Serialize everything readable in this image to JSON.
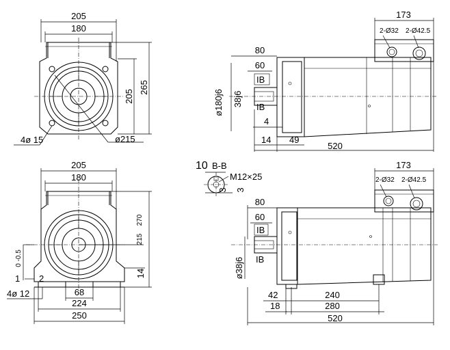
{
  "top_front": {
    "width_outer": "205",
    "width_inner": "180",
    "height_a": "205",
    "height_b": "265",
    "holes": "4ø 15",
    "flange_dia": "ø215"
  },
  "top_side": {
    "width_box": "173",
    "port_1": "2-Ø32",
    "port_2": "2-Ø42.5",
    "shaft_80": "80",
    "shaft_60": "60",
    "key_ib_upper": "IB",
    "key_ib_lower": "IB",
    "spigot": "ø180j6",
    "shaft_dia": "38j6",
    "offset_4": "4",
    "dim_14": "14",
    "dim_49": "49",
    "length": "520"
  },
  "section": {
    "number": "10",
    "label": "B-B",
    "thread": "M12×25",
    "dim_3a": "3",
    "dim_3b": "3"
  },
  "bottom_front": {
    "width_outer": "205",
    "width_inner": "180",
    "height_215": "215",
    "height_270": "270",
    "tol": "0\n-0.5",
    "dim_14": "14",
    "dim_1": "1",
    "dim_2": "2",
    "holes": "4ø 12",
    "foot_68": "68",
    "foot_224": "224",
    "foot_250": "250"
  },
  "bottom_side": {
    "width_box": "173",
    "port_1": "2-Ø32",
    "port_2": "2-Ø42.5",
    "shaft_80": "80",
    "shaft_60": "60",
    "key_ib_upper": "IB",
    "key_ib_lower": "IB",
    "shaft_dia": "ø38j6",
    "dim_42": "42",
    "dim_18": "18",
    "dim_240": "240",
    "dim_280": "280",
    "length": "520"
  }
}
